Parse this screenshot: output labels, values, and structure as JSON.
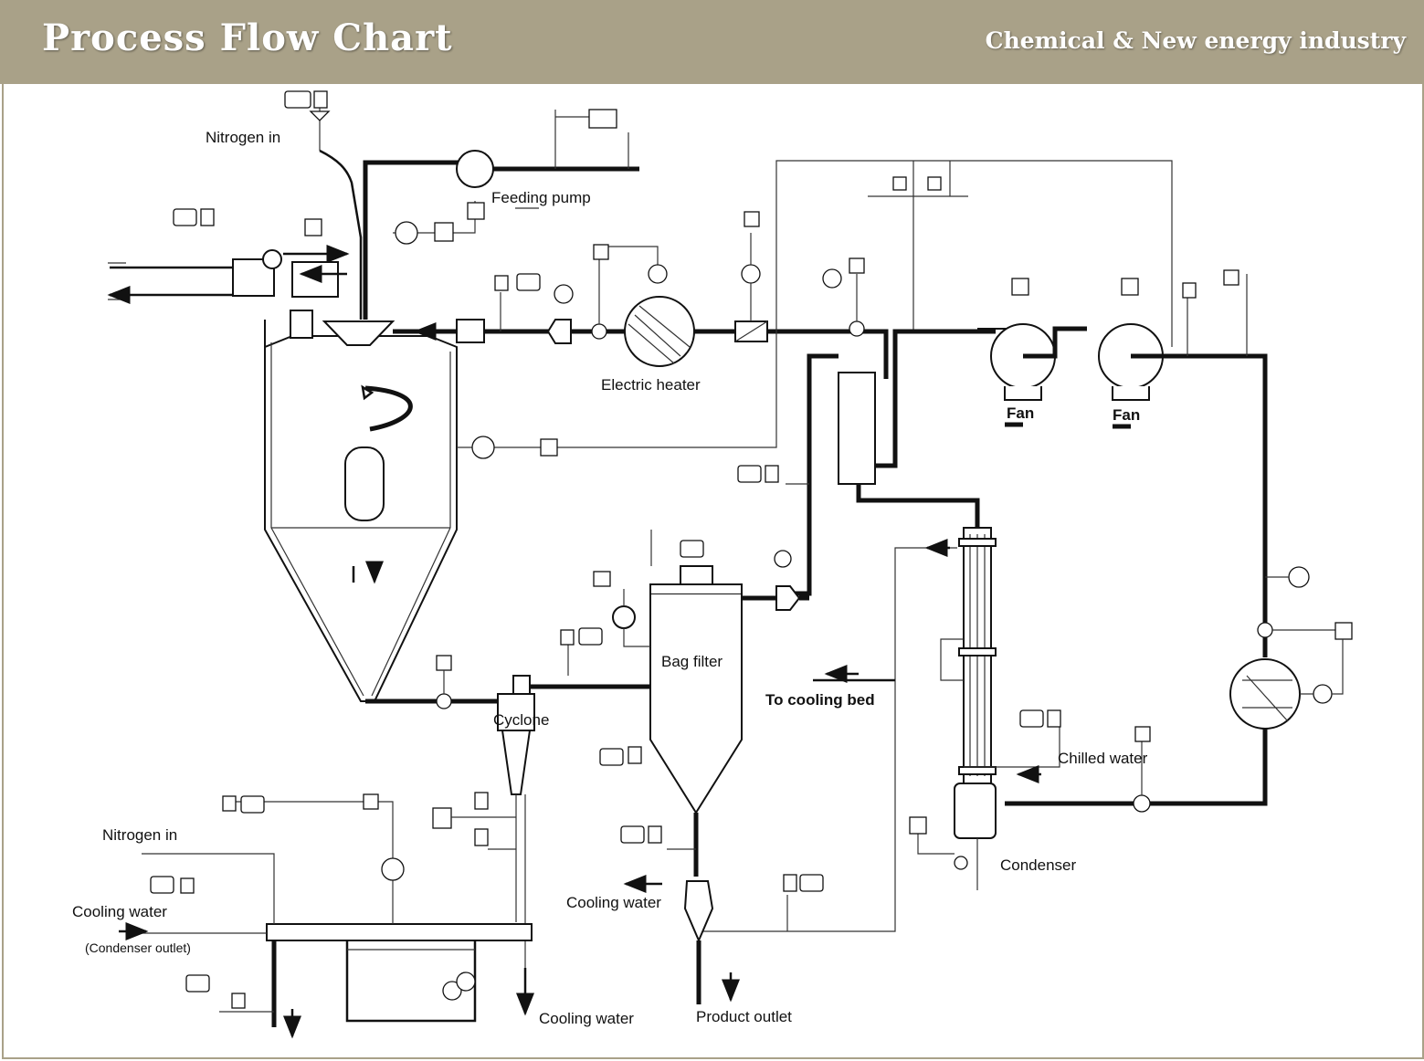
{
  "header": {
    "title": "Process Flow Chart",
    "subtitle": "Chemical & New energy industry"
  },
  "labels": {
    "nitrogen_in_top": "Nitrogen in",
    "feeding_pump": "Feeding pump",
    "electric_heater": "Electric heater",
    "fan_1": "Fan",
    "fan_2": "Fan",
    "bag_filter": "Bag filter",
    "to_cooling_bed": "To cooling bed",
    "cyclone": "Cyclone",
    "chilled_water": "Chilled water",
    "condenser": "Condenser",
    "cooling_water_mid": "Cooling water",
    "product_outlet": "Product outlet",
    "cooling_water_bottom": "Cooling water",
    "nitrogen_in_bottom": "Nitrogen in",
    "cooling_water_left": "Cooling water",
    "condenser_outlet": "(Condenser outlet)"
  },
  "colors": {
    "header_bg": "#a9a188",
    "header_text": "#ffffff",
    "line": "#111111"
  }
}
